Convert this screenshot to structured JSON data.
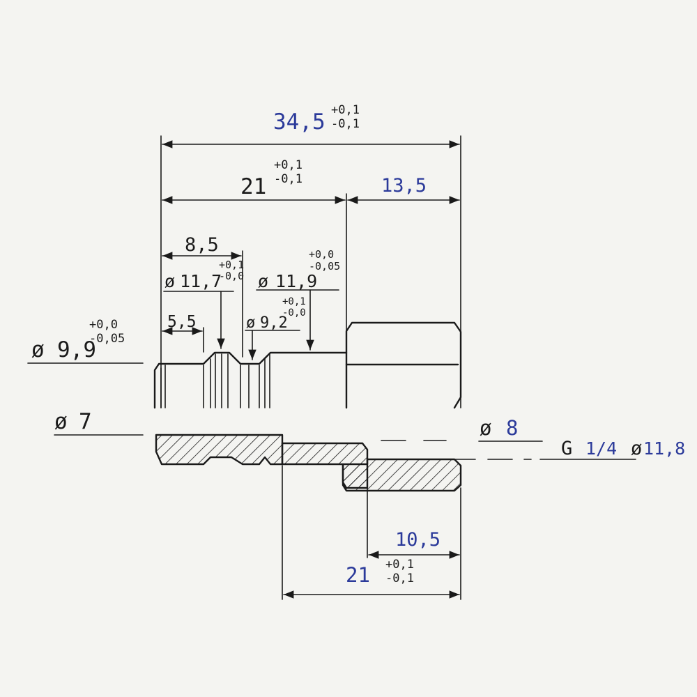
{
  "dims": {
    "overall": {
      "value": "34,5",
      "tol_plus": "+0,1",
      "tol_minus": "-0,1"
    },
    "shank": {
      "value": "21",
      "tol_plus": "+0,1",
      "tol_minus": "-0,1"
    },
    "hex_length": "13,5",
    "groove_pos": "8,5",
    "first_step": "5,5",
    "thread_length": "10,5",
    "bore_depth": {
      "value": "21",
      "tol_plus": "+0,1",
      "tol_minus": "-0,1"
    }
  },
  "diameters": {
    "d99": {
      "symbol": "ø",
      "value": "9,9",
      "tol_plus": "+0,0",
      "tol_minus": "-0,05"
    },
    "d117": {
      "symbol": "ø",
      "value": "11,7",
      "tol_plus": "+0,1",
      "tol_minus": "-0,0"
    },
    "d119": {
      "symbol": "ø",
      "value": "11,9",
      "tol_plus": "+0,0",
      "tol_minus": "-0,05"
    },
    "d92": {
      "symbol": "ø",
      "value": "9,2",
      "tol_plus": "+0,1",
      "tol_minus": "-0,0"
    },
    "d7": {
      "symbol": "ø",
      "value": "7"
    },
    "d8": {
      "symbol": "ø",
      "value": "8"
    },
    "thread": {
      "label": "G",
      "value": "1/4",
      "symbol": "ø",
      "dia": "11,8"
    }
  },
  "colors": {
    "ink": "#1a1a1a",
    "blue_ink": "#2b3a9a",
    "paper": "#f4f4f1"
  }
}
